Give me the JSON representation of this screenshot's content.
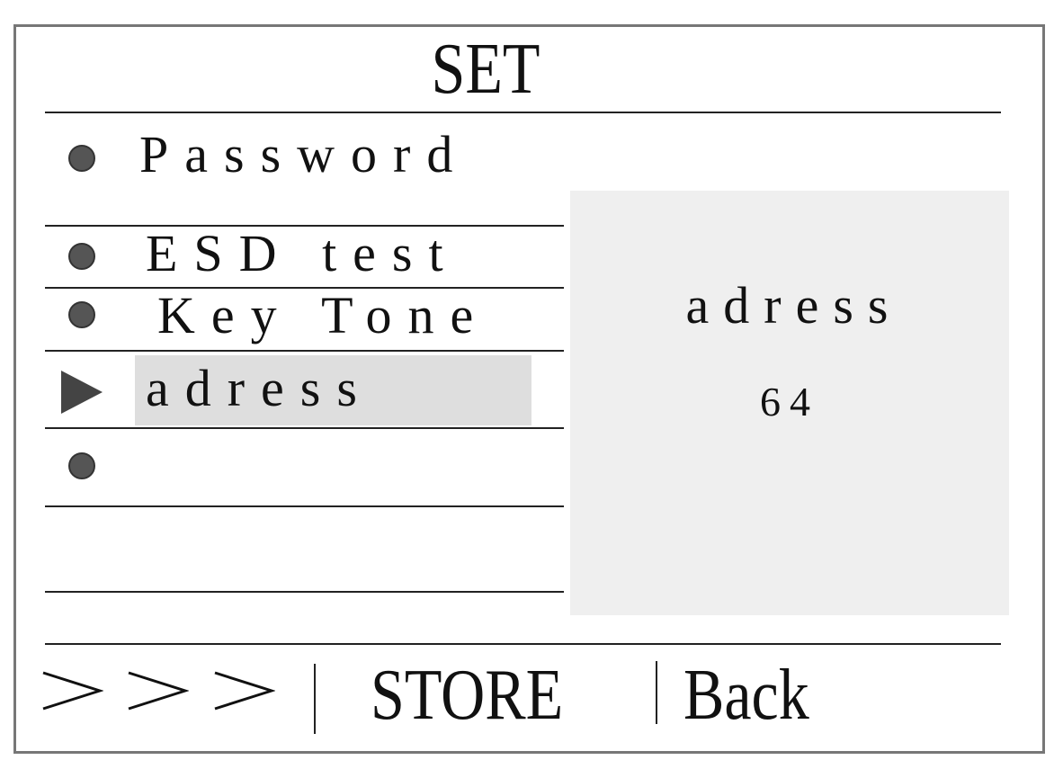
{
  "screen": {
    "title": "SET"
  },
  "menu": {
    "items": [
      {
        "label": "Password",
        "marker": "bullet"
      },
      {
        "label": "ESD test",
        "marker": "bullet"
      },
      {
        "label": "Key Tone",
        "marker": "bullet"
      },
      {
        "label": "adress",
        "marker": "selected-arrow",
        "selected": true
      },
      {
        "label": "",
        "marker": "bullet"
      }
    ]
  },
  "detail_panel": {
    "title": "adress",
    "value": "64"
  },
  "footer": {
    "more_label": ">>>",
    "store_label": "STORE",
    "back_label": "Back"
  },
  "colors": {
    "selection_bg": "#dedede",
    "panel_bg": "#efefef",
    "bullet": "#555555",
    "frame": "#777777"
  }
}
